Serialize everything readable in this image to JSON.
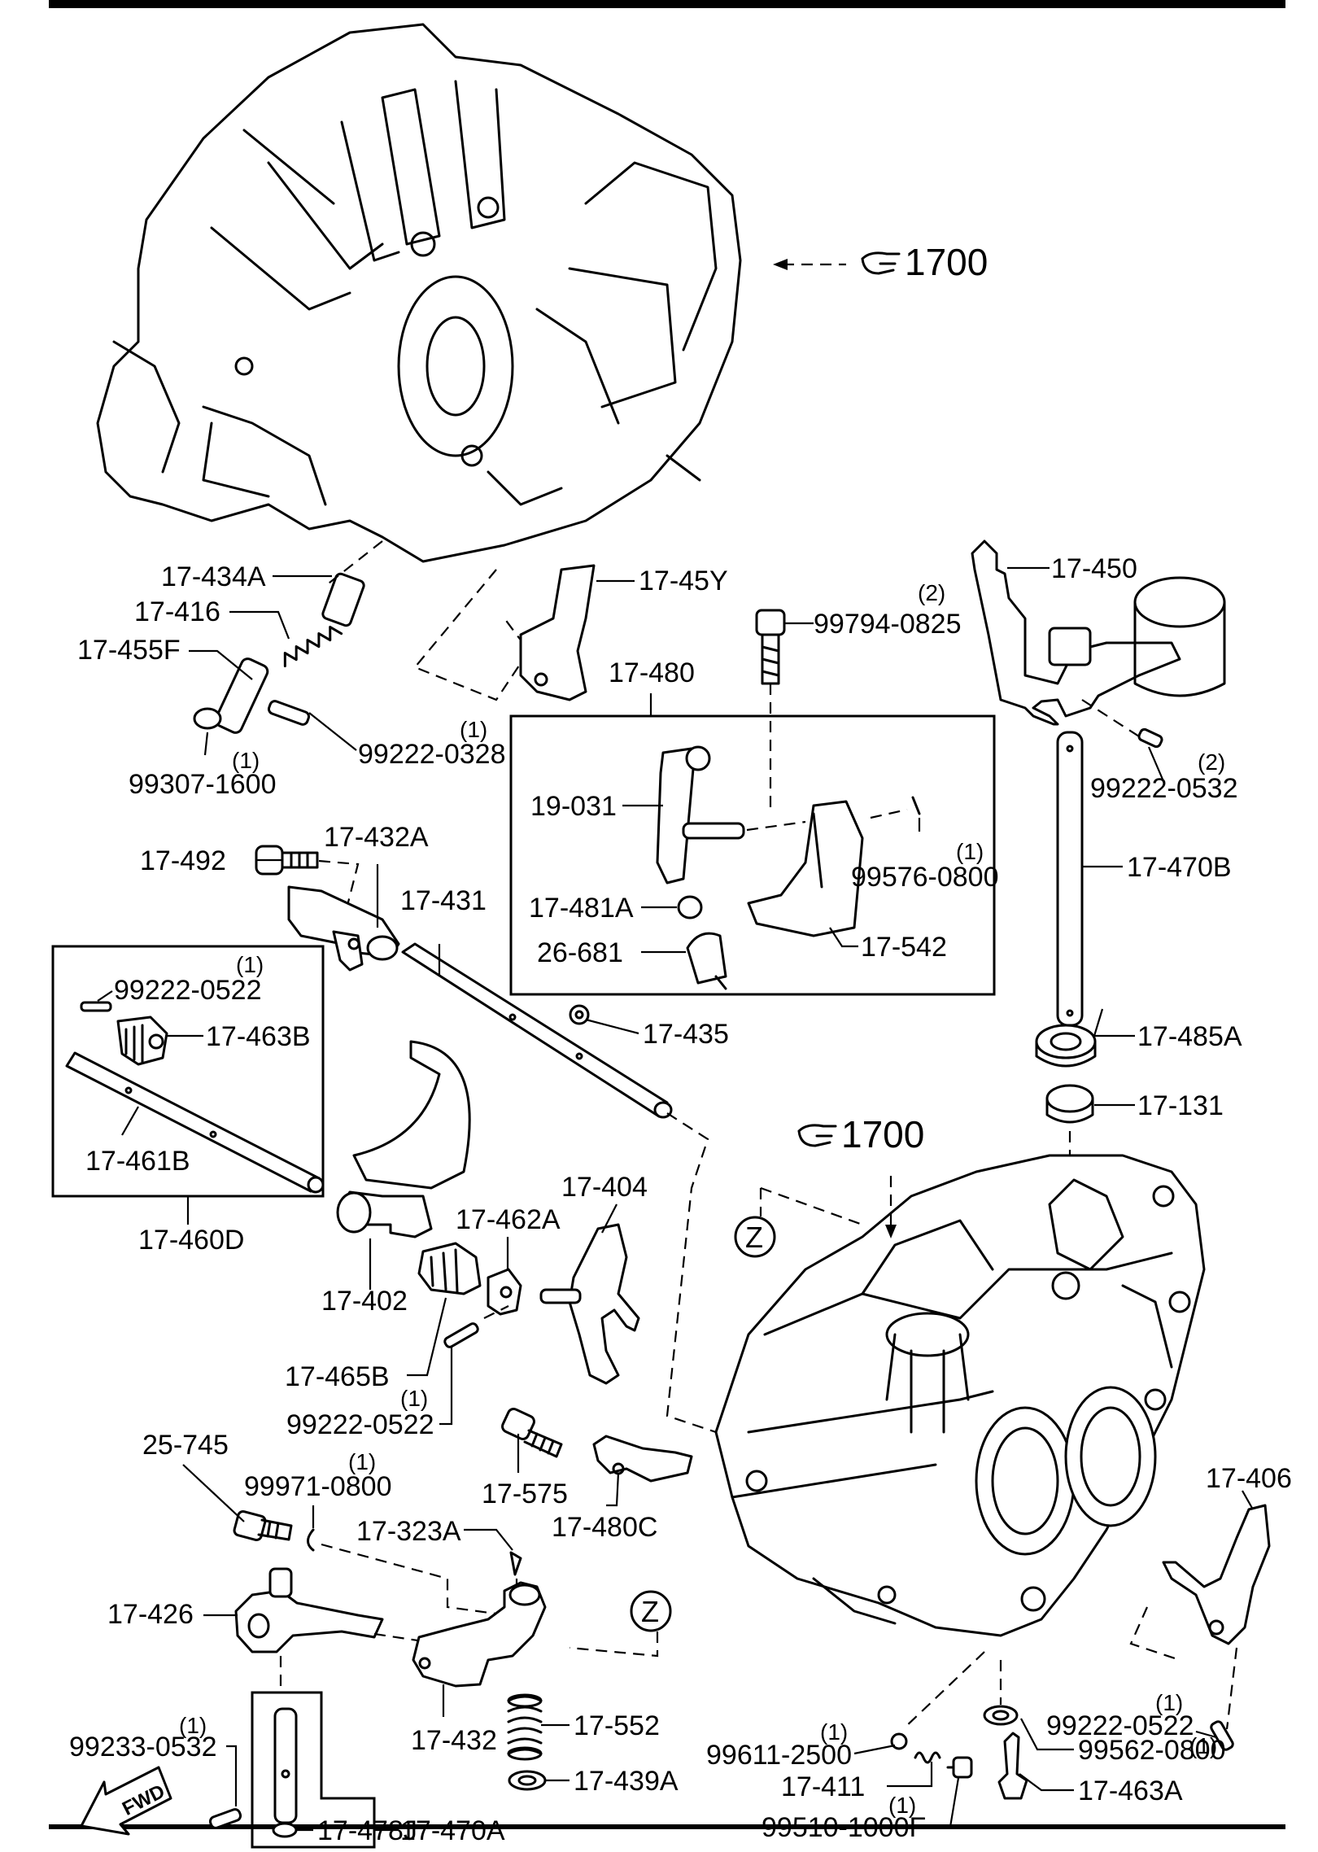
{
  "ref": "1700",
  "zone": "Z",
  "fwd": "FWD",
  "labels": {
    "p17_434A": "17-434A",
    "p17_416": "17-416",
    "p17_455F": "17-455F",
    "p99307_1600": "99307-1600",
    "q99307_1600": "(1)",
    "p99222_0328": "99222-0328",
    "q99222_0328": "(1)",
    "p17_45Y": "17-45Y",
    "p99794_0825": "99794-0825",
    "q99794_0825": "(2)",
    "p17_450": "17-450",
    "p99222_0532": "99222-0532",
    "q99222_0532": "(2)",
    "p17_480": "17-480",
    "p19_031": "19-031",
    "p99576_0800": "99576-0800",
    "q99576_0800": "(1)",
    "p17_481A": "17-481A",
    "p26_681": "26-681",
    "p17_542": "17-542",
    "p17_470B": "17-470B",
    "p17_492": "17-492",
    "p17_432A": "17-432A",
    "p17_431": "17-431",
    "p99222_0522_a": "99222-0522",
    "q99222_0522_a": "(1)",
    "p17_463B": "17-463B",
    "p17_461B": "17-461B",
    "p17_460D": "17-460D",
    "p17_435": "17-435",
    "p17_485A": "17-485A",
    "p17_131": "17-131",
    "p17_404": "17-404",
    "p17_462A": "17-462A",
    "p17_402": "17-402",
    "p17_465B": "17-465B",
    "p99222_0522_b": "99222-0522",
    "q99222_0522_b": "(1)",
    "p25_745": "25-745",
    "p99971_0800": "99971-0800",
    "q99971_0800": "(1)",
    "p17_575": "17-575",
    "p17_323A": "17-323A",
    "p17_480C": "17-480C",
    "p17_426": "17-426",
    "p17_432": "17-432",
    "p17_552": "17-552",
    "p17_439A": "17-439A",
    "p99233_0532": "99233-0532",
    "q99233_0532": "(1)",
    "p17_478J": "17-478J",
    "p17_470A": "17-470A",
    "p99611_2500": "99611-2500",
    "q99611_2500": "(1)",
    "p17_411": "17-411",
    "p99510_1000F": "99510-1000F",
    "q99510_1000F": "(1)",
    "p17_406": "17-406",
    "p99222_0522_c": "99222-0522",
    "q99222_0522_c": "(1)",
    "p99562_0800": "99562-0800",
    "q99562_0800": "(1)",
    "p17_463A": "17-463A"
  }
}
